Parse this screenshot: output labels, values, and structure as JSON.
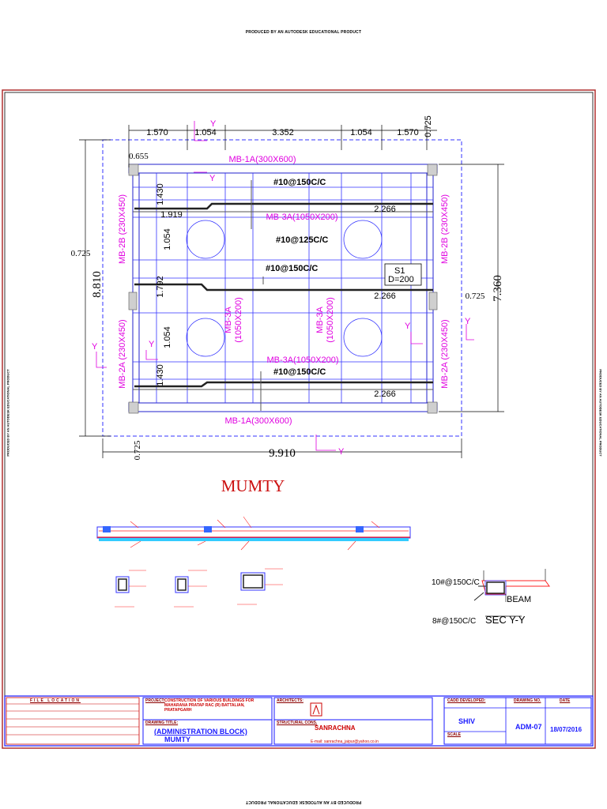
{
  "stamps": {
    "top": "PRODUCED BY AN AUTODESK EDUCATIONAL PRODUCT",
    "bottom": "PRODUCED BY AN AUTODESK EDUCATIONAL PRODUCT",
    "left": "PRODUCED BY AN AUTODESK EDUCATIONAL PRODUCT",
    "right": "PRODUCED BY AN AUTODESK EDUCATIONAL PRODUCT"
  },
  "plan": {
    "dims_top": [
      "1.570",
      "1.054",
      "3.352",
      "1.054",
      "1.570",
      "0.725"
    ],
    "dim_0655": "0.655",
    "dim_total_width": "9.910",
    "dim_total_height": "8.810",
    "dim_inner_height": "7.360",
    "dim_0725_left": "0.725",
    "dim_0725_right": "0.725",
    "dim_0725_bottom": "0.725",
    "dim_1430_top": "1.430",
    "dim_1919": "1.919",
    "dim_1054_a": "1.054",
    "dim_1792": "1.792",
    "dim_1054_b": "1.054",
    "dim_1430_bottom": "1.430",
    "dim_2266_a": "2.266",
    "dim_2266_b": "2.266",
    "dim_2266_c": "2.266",
    "beam_top": "MB-1A(300X600)",
    "beam_bottom": "MB-1A(300X600)",
    "beam_3a_top": "MB-3A(1050X200)",
    "beam_3a_bottom": "MB-3A(1050X200)",
    "beam_3a_v1": "MB-3A\n(1050X200)",
    "beam_3a_v1_l1": "MB-3A",
    "beam_3a_v1_l2": "(1050X200)",
    "beam_3a_v2_l1": "MB-3A",
    "beam_3a_v2_l2": "(1050X200)",
    "beam_2b_left": "MB-2B (230X450)",
    "beam_2b_right": "MB-2B (230X450)",
    "beam_2a_left": "MB-2A (230X450)",
    "beam_2a_right": "MB-2A (230X450)",
    "rebar_1": "#10@150C/C",
    "rebar_2": "#10@125C/C",
    "rebar_3": "#10@150C/C",
    "rebar_4": "#10@150C/C",
    "slab_s1": "S1",
    "slab_d": "D=200",
    "y_mark": "Y"
  },
  "title": "MUMTY",
  "section": {
    "rebar_top": "10#@150C/C",
    "rebar_bottom": "8#@150C/C",
    "beam": "BEAM",
    "title": "SEC Y-Y"
  },
  "titleblock": {
    "file_location_label": "FILE LOCATION",
    "project_label": "PROJECT:",
    "project_text": "CONSTRUCTION OF VARIOUS BUILDINGS FOR MAHARANA PRATAP RAC (R) BATTALIAN, PRATAPGARH",
    "drawing_title_label": "DRAWING TITLE:",
    "drawing_title_1": "(ADMINISTRATION BLOCK)",
    "drawing_title_2": "MUMTY",
    "architects_label": "ARCHITECTS:",
    "structural_label": "STRUCTURAL CONS.",
    "structural_firm": "SANRACHNA",
    "structural_email": "E-mail: sanrachna_jaipur@yahoo.co.in",
    "developed_label": "CADD DEVELOPED:",
    "developed_by": "SHIV",
    "drawing_no_label": "DRAWING NO.",
    "drawing_no": "ADM-07",
    "date_label": "DATE",
    "date": "18/07/2016",
    "scale_label": "SCALE"
  }
}
